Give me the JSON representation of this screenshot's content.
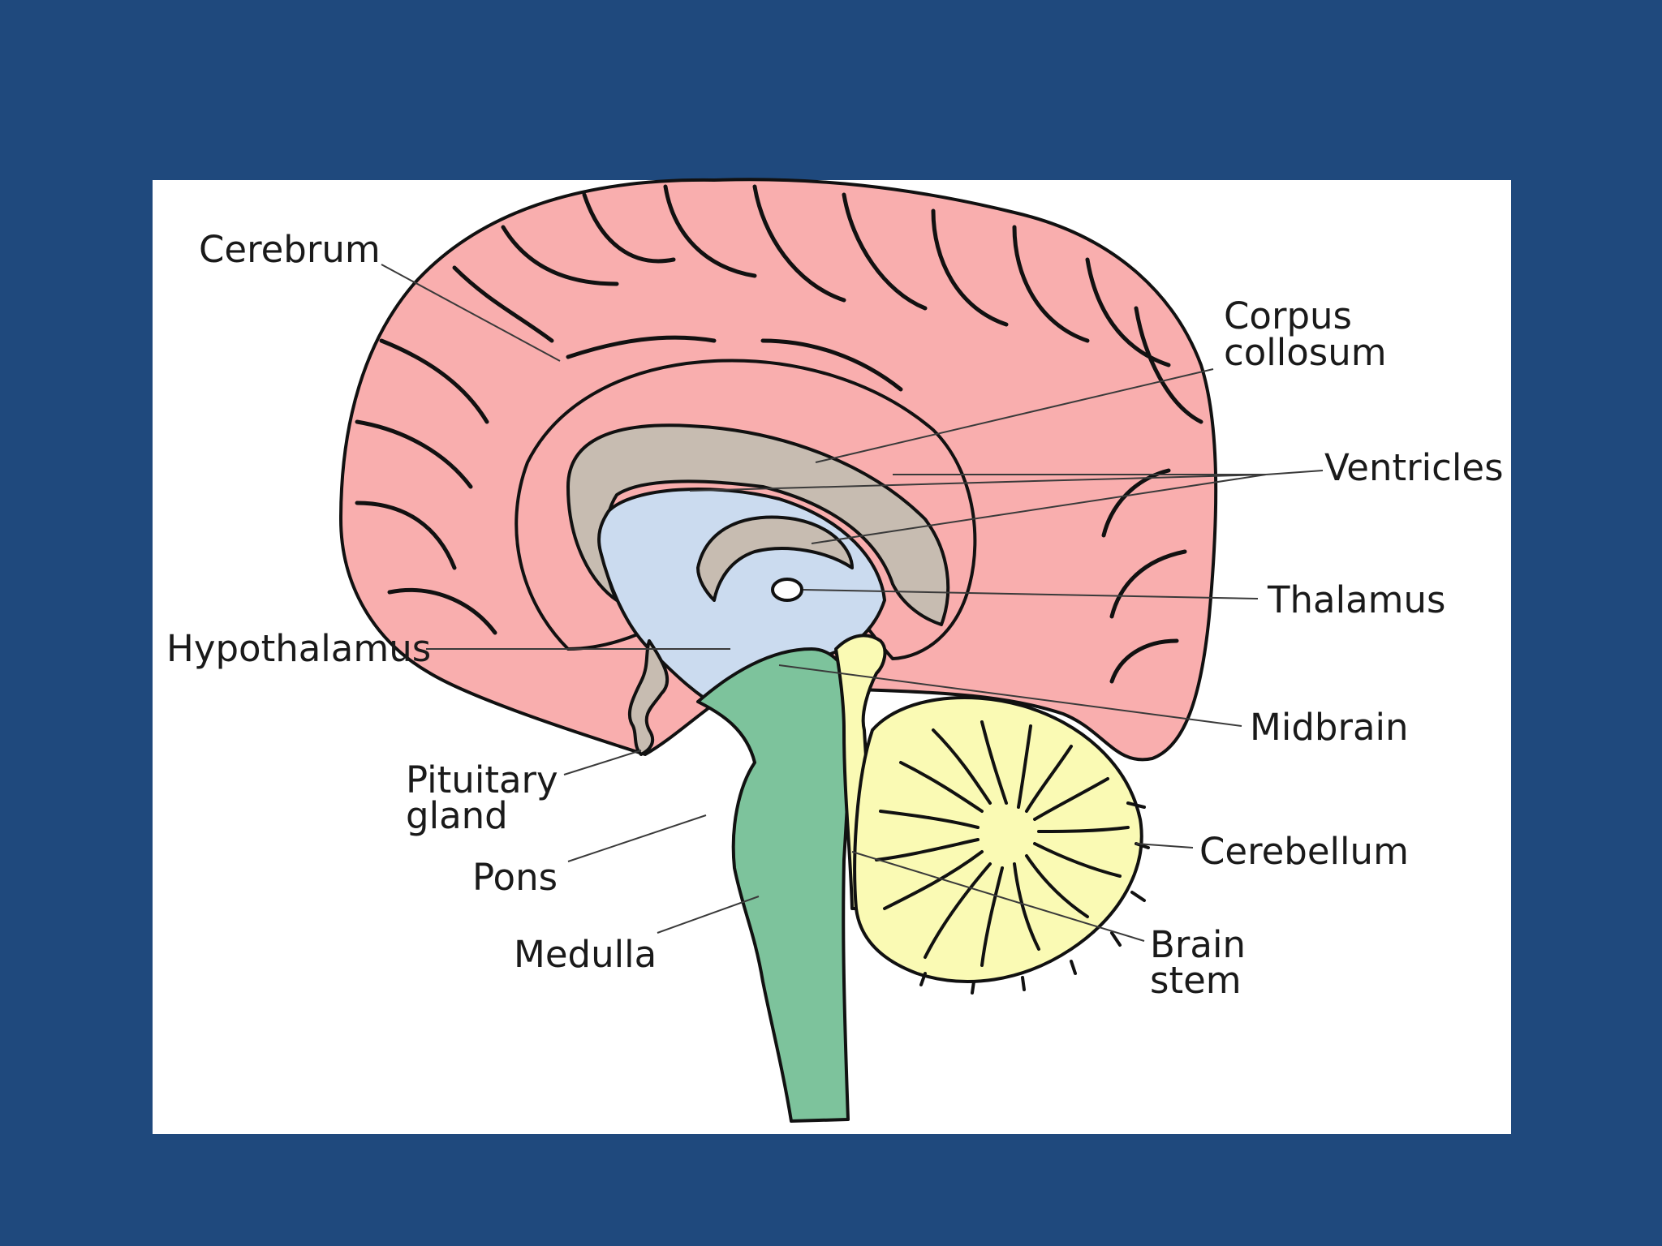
{
  "colors": {
    "background": "#1f497d",
    "panel": "#ffffff",
    "cerebrum": "#f9aeae",
    "corpus_collosum": "#c7bcb1",
    "ventricles": "#cbdbef",
    "brain_stem": "#7dc39c",
    "cerebellum": "#fafab4"
  },
  "labels": {
    "cerebrum": "Cerebrum",
    "corpus_line1": "Corpus",
    "corpus_line2": "collosum",
    "ventricles": "Ventricles",
    "thalamus": "Thalamus",
    "hypothalamus": "Hypothalamus",
    "midbrain": "Midbrain",
    "pituitary_line1": "Pituitary",
    "pituitary_line2": "gland",
    "cerebellum": "Cerebellum",
    "pons": "Pons",
    "brain_stem_line1": "Brain",
    "brain_stem_line2": "stem",
    "medulla": "Medulla"
  }
}
